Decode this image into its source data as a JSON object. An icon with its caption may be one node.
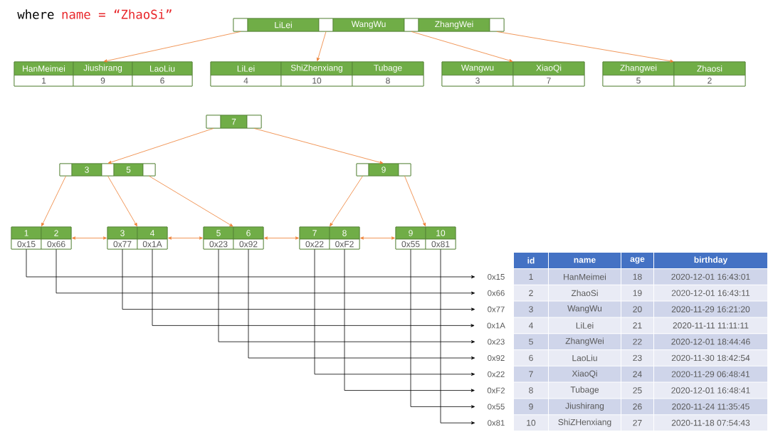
{
  "diagram": {
    "nodes": [
      {
        "text": [],
        "shape": "box"
      },
      {
        "text": [],
        "shape": "box",
        "in": 0
      },
      {
        "text": [
          "LiLei"
        ],
        "in": 0
      },
      {
        "text": [],
        "shape": "box",
        "in": 0
      },
      {
        "text": [
          "WangWu"
        ],
        "in": 0
      },
      {
        "text": [],
        "shape": "box",
        "in": 0
      },
      {
        "text": [
          "ZhangWei"
        ],
        "in": 0
      },
      {
        "text": [],
        "shape": "box",
        "in": 0
      },
      {
        "text": [],
        "shape": "box"
      },
      {
        "text": [
          "HanMeimei",
          "1"
        ],
        "in": 8
      },
      {
        "text": [
          "Jiushirang",
          "9"
        ],
        "in": 8
      },
      {
        "text": [
          "LaoLiu",
          "6"
        ],
        "in": 8
      },
      {
        "text": [],
        "shape": "box"
      },
      {
        "text": [
          "LiLei",
          "4"
        ],
        "in": 12
      },
      {
        "text": [
          "ShiZhenxiang",
          "10"
        ],
        "in": 12
      },
      {
        "text": [
          "Tubage",
          "8"
        ],
        "in": 12
      },
      {
        "text": [],
        "shape": "box"
      },
      {
        "text": [
          "Wangwu",
          "3"
        ],
        "in": 16
      },
      {
        "text": [
          "XiaoQi",
          "7"
        ],
        "in": 16
      },
      {
        "text": [],
        "shape": "box"
      },
      {
        "text": [
          "Zhangwei",
          "5"
        ],
        "in": 19
      },
      {
        "text": [
          "Zhaosi",
          "2"
        ],
        "in": 19
      },
      {
        "text": [],
        "shape": "box"
      },
      {
        "text": [],
        "shape": "box",
        "in": 22
      },
      {
        "text": [
          "7"
        ],
        "in": 22
      },
      {
        "text": [],
        "shape": "box",
        "in": 22
      },
      {
        "text": [],
        "shape": "box"
      },
      {
        "text": [],
        "shape": "box",
        "in": 26
      },
      {
        "text": [
          "3"
        ],
        "in": 26
      },
      {
        "text": [],
        "shape": "box",
        "in": 26
      },
      {
        "text": [
          "5"
        ],
        "in": 26
      },
      {
        "text": [],
        "shape": "box",
        "in": 26
      },
      {
        "text": [],
        "shape": "box"
      },
      {
        "text": [],
        "shape": "box",
        "in": 32
      },
      {
        "text": [
          "9"
        ],
        "in": 32
      },
      {
        "text": [],
        "shape": "box",
        "in": 32
      },
      {
        "text": [],
        "shape": "box"
      },
      {
        "text": [
          "1",
          "0x15"
        ],
        "in": 36
      },
      {
        "text": [
          "2",
          "0x66"
        ],
        "in": 36
      },
      {
        "text": [],
        "shape": "box"
      },
      {
        "text": [
          "3",
          "0x77"
        ],
        "in": 39
      },
      {
        "text": [
          "4",
          "0x1A"
        ],
        "in": 39
      },
      {
        "text": [],
        "shape": "box"
      },
      {
        "text": [
          "5",
          "0x23"
        ],
        "in": 42
      },
      {
        "text": [
          "6",
          "0x92"
        ],
        "in": 42
      },
      {
        "text": [],
        "shape": "box"
      },
      {
        "text": [
          "7",
          "0x22"
        ],
        "in": 45
      },
      {
        "text": [
          "8",
          "0xF2"
        ],
        "in": 45
      },
      {
        "text": [],
        "shape": "box"
      },
      {
        "text": [
          "9",
          "0x55"
        ],
        "in": 48
      },
      {
        "text": [
          "10",
          "0x81"
        ],
        "in": 48
      },
      {
        "text": [
          "0x15"
        ]
      },
      {
        "text": [
          "0x66"
        ]
      },
      {
        "text": [
          "0x77"
        ]
      },
      {
        "text": [
          "0x1A"
        ]
      },
      {
        "text": [
          "0x23"
        ]
      },
      {
        "text": [
          "0x92"
        ]
      },
      {
        "text": [
          "0x22"
        ]
      },
      {
        "text": [
          "0xF2"
        ]
      },
      {
        "text": [
          "0x55"
        ]
      },
      {
        "text": [
          "0x81"
        ]
      }
    ],
    "edges": [
      {
        "from": 1,
        "to": 8,
        "arrow": "to"
      },
      {
        "from": 3,
        "to": 12,
        "arrow": "to"
      },
      {
        "from": 5,
        "to": 16,
        "arrow": "to"
      },
      {
        "from": 7,
        "to": 19,
        "arrow": "to"
      },
      {
        "from": 23,
        "to": 26,
        "arrow": "to"
      },
      {
        "from": 25,
        "to": 32,
        "arrow": "to"
      },
      {
        "from": 27,
        "to": 36,
        "arrow": "to"
      },
      {
        "from": 29,
        "to": 39,
        "arrow": "to"
      },
      {
        "from": 31,
        "to": 42,
        "arrow": "to"
      },
      {
        "from": 33,
        "to": 45,
        "arrow": "to"
      },
      {
        "from": 35,
        "to": 48,
        "arrow": "to"
      },
      {
        "from": 36,
        "to": 39,
        "arrow": "both"
      },
      {
        "from": 39,
        "to": 42,
        "arrow": "both"
      },
      {
        "from": 42,
        "to": 45,
        "arrow": "both"
      },
      {
        "from": 45,
        "to": 48,
        "arrow": "both"
      },
      {
        "from": 37,
        "to": 51,
        "arrow": "to",
        "color": "#000000"
      },
      {
        "from": 38,
        "to": 52,
        "arrow": "to",
        "color": "#000000"
      },
      {
        "from": 40,
        "to": 53,
        "arrow": "to",
        "color": "#000000"
      },
      {
        "from": 41,
        "to": 54,
        "arrow": "to",
        "color": "#000000"
      },
      {
        "from": 43,
        "to": 55,
        "arrow": "to",
        "color": "#000000"
      },
      {
        "from": 44,
        "to": 56,
        "arrow": "to",
        "color": "#000000"
      },
      {
        "from": 46,
        "to": 57,
        "arrow": "to",
        "color": "#000000"
      },
      {
        "from": 47,
        "to": 58,
        "arrow": "to",
        "color": "#000000"
      },
      {
        "from": 49,
        "to": 59,
        "arrow": "to",
        "color": "#000000"
      },
      {
        "from": 50,
        "to": 60,
        "arrow": "to",
        "color": "#000000"
      }
    ],
    "labels": [
      "where",
      "name = “ZhaoSi”",
      "id",
      "name",
      "age",
      "birthday",
      "1",
      "HanMeimei",
      "18",
      "2020-12-01 16:43:01",
      "2",
      "ZhaoSi",
      "19",
      "2020-12-01 16:43:11",
      "3",
      "WangWu",
      "20",
      "2020-11-29 16:21:20",
      "4",
      "LiLei",
      "21",
      "2020-11-11 11:11:11",
      "5",
      "ZhangWei",
      "22",
      "2020-12-01 18:44:46",
      "6",
      "LaoLiu",
      "23",
      "2020-11-30 18:42:54",
      "7",
      "XiaoQi",
      "24",
      "2020-11-29 06:48:41",
      "8",
      "Tubage",
      "25",
      "2020-12-01 16:48:41",
      "9",
      "Jiushirang",
      "26",
      "2020-11-24 11:35:45",
      "10",
      "ShiZHenxiang",
      "27",
      "2020-11-18 07:54:43"
    ]
  }
}
